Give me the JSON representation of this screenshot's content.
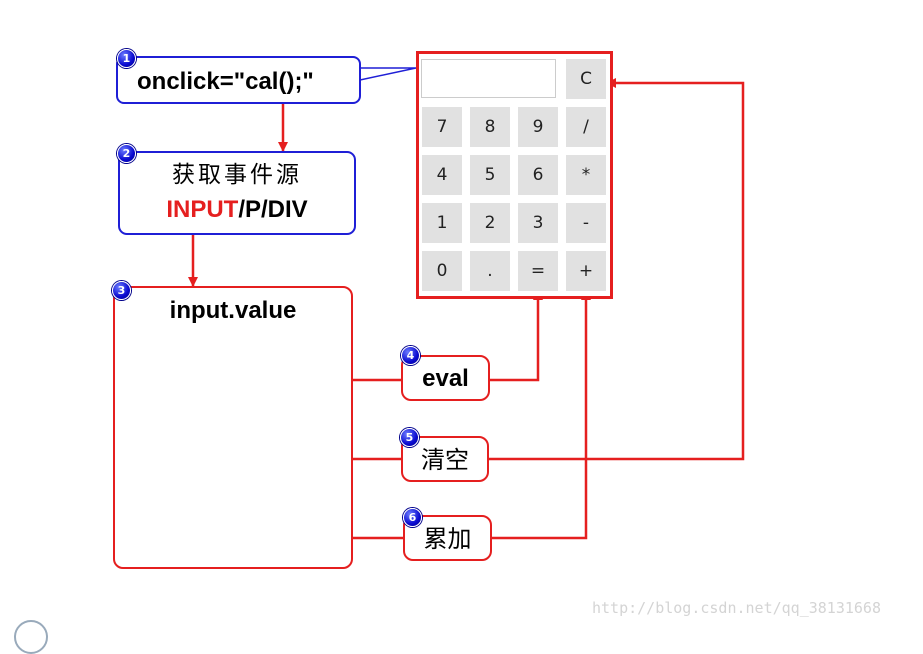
{
  "boxes": {
    "onclick": "onclick=\"cal();\"",
    "source_line1": "获取事件源",
    "source_input": "INPUT",
    "source_rest": "/P/DIV",
    "input_value": "input.value",
    "eval": "eval",
    "clear": "清空",
    "accumulate": "累加"
  },
  "badges": [
    "1",
    "2",
    "3",
    "4",
    "5",
    "6"
  ],
  "calculator": {
    "clear_key": "C",
    "keys": [
      "7",
      "8",
      "9",
      "/",
      "4",
      "5",
      "6",
      "*",
      "1",
      "2",
      "3",
      "-",
      "0",
      ".",
      "=",
      "+"
    ]
  },
  "watermark": "http://blog.csdn.net/qq_38131668",
  "colors": {
    "red": "#e51f1f",
    "blue": "#1f1fd6",
    "key": "#e1e1e1"
  }
}
